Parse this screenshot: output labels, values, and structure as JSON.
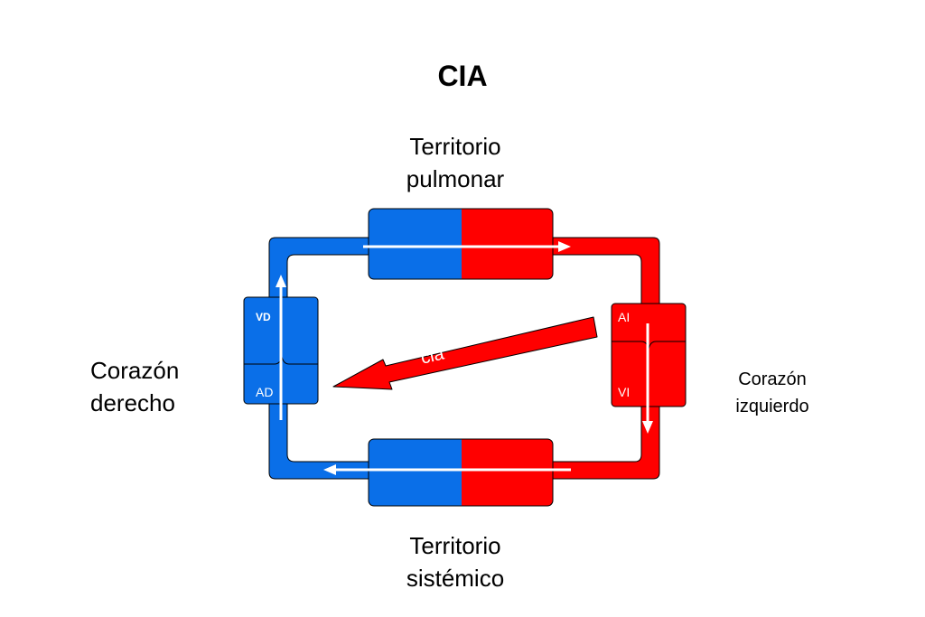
{
  "title": "CIA",
  "top_label": {
    "line1": "Territorio",
    "line2": "pulmonar"
  },
  "bottom_label": {
    "line1": "Territorio",
    "line2": "sistémico"
  },
  "left_label": {
    "line1": "Corazón",
    "line2": "derecho"
  },
  "right_label": {
    "line1": "Corazón",
    "line2": "izquierdo"
  },
  "chambers": {
    "vd": "VD",
    "ad": "AD",
    "ai": "AI",
    "vi": "VI"
  },
  "shunt_label": "cia",
  "colors": {
    "venous": "#0a6fe8",
    "arterial": "#ff0000",
    "outline": "#000000",
    "arrow": "#ffffff"
  }
}
